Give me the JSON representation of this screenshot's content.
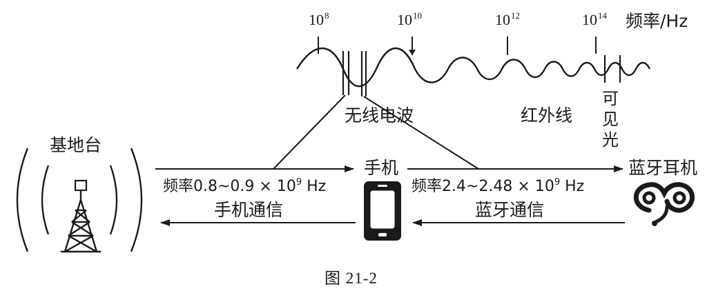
{
  "spectrum": {
    "ticks": [
      {
        "base": "10",
        "exp": "8"
      },
      {
        "base": "10",
        "exp": "10"
      },
      {
        "base": "10",
        "exp": "12"
      },
      {
        "base": "10",
        "exp": "14"
      }
    ],
    "axis_label": "频率/Hz",
    "radio_label": "无线电波",
    "infrared_label": "红外线",
    "visible_label": [
      "可",
      "见",
      "光"
    ]
  },
  "devices": {
    "base_station": "基地台",
    "phone": "手机",
    "earphone": "蓝牙耳机"
  },
  "links": {
    "left_freq_prefix": "频率0.8~0.9 × 10",
    "left_freq_exp": "9",
    "left_freq_unit": " Hz",
    "left_name": "手机通信",
    "right_freq_prefix": "频率2.4~2.48 × 10",
    "right_freq_exp": "9",
    "right_freq_unit": " Hz",
    "right_name": "蓝牙通信"
  },
  "caption": "图 21-2",
  "colors": {
    "ink": "#1a1a1a",
    "background": "#ffffff"
  },
  "icons": [
    "antenna-tower-icon",
    "smartphone-icon",
    "bluetooth-earphone-icon"
  ]
}
